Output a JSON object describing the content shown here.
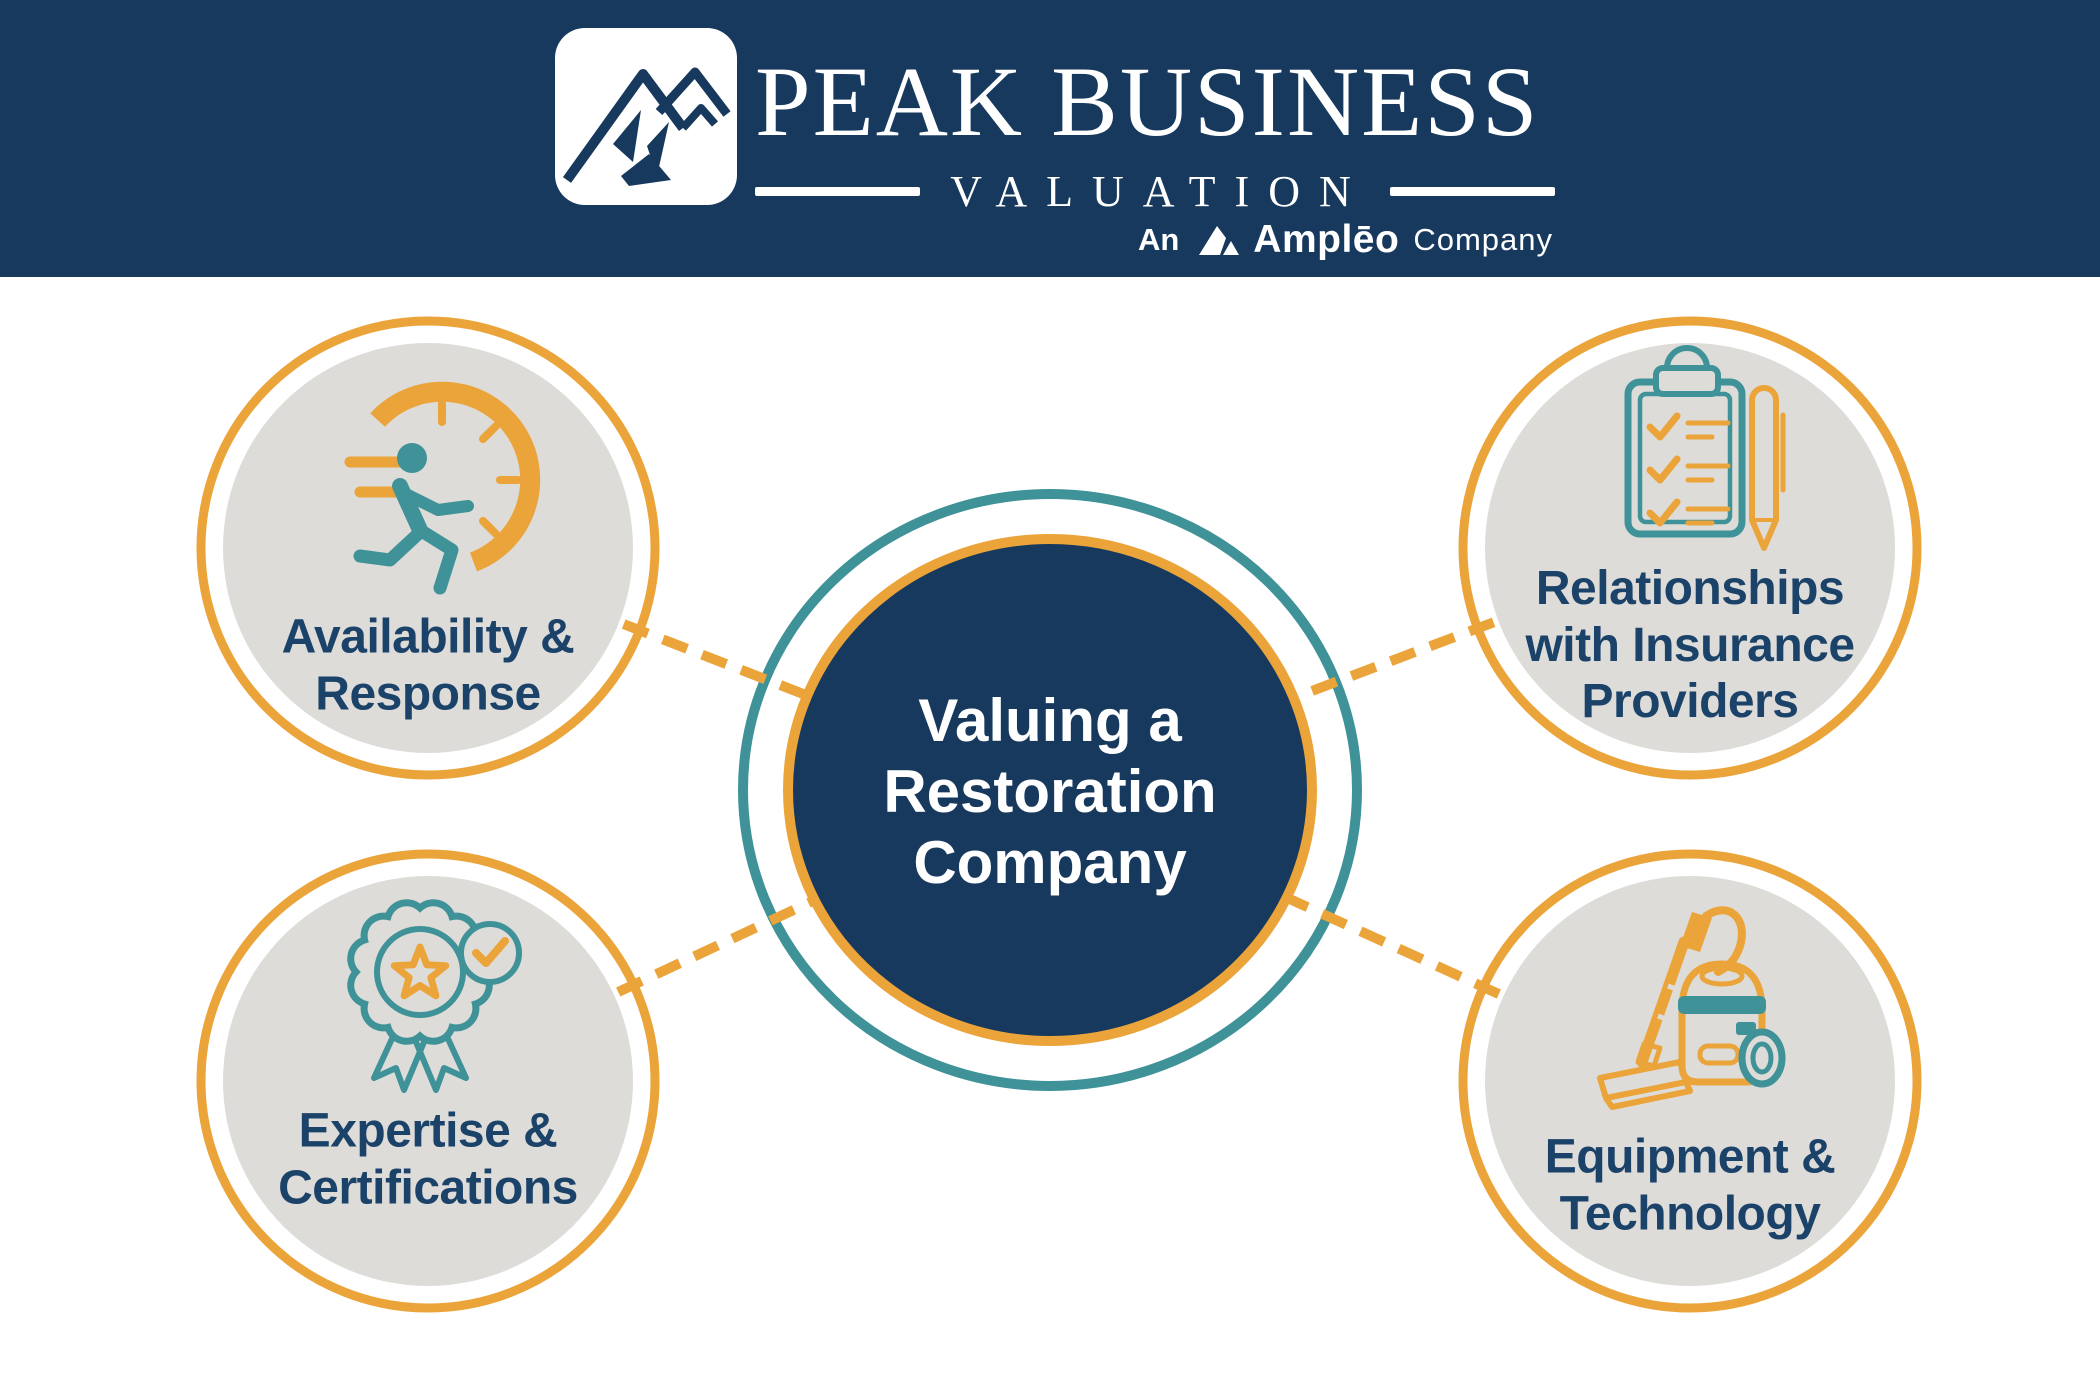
{
  "header": {
    "brand_name": "PEAK BUSINESS",
    "brand_subtitle": "VALUATION",
    "tagline": {
      "prefix": "An",
      "brand": "Amplēo",
      "suffix": "Company"
    }
  },
  "diagram": {
    "center_label": "Valuing a\nRestoration\nCompany",
    "nodes": [
      {
        "id": "availability-response",
        "position": "top-left",
        "icon": "runner-clock-icon",
        "label": "Availability &\nResponse"
      },
      {
        "id": "relationships-insurance",
        "position": "top-right",
        "icon": "clipboard-checklist-icon",
        "label": "Relationships\nwith Insurance\nProviders"
      },
      {
        "id": "expertise-certifications",
        "position": "bottom-left",
        "icon": "award-ribbon-icon",
        "label": "Expertise &\nCertifications"
      },
      {
        "id": "equipment-technology",
        "position": "bottom-right",
        "icon": "vacuum-cleaner-icon",
        "label": "Equipment &\nTechnology"
      }
    ]
  },
  "colors": {
    "navy": "#17395e",
    "orange": "#eba43a",
    "teal": "#3f9298",
    "circle_gray": "#dedcd8",
    "label_navy": "#1b4269",
    "white": "#ffffff"
  }
}
